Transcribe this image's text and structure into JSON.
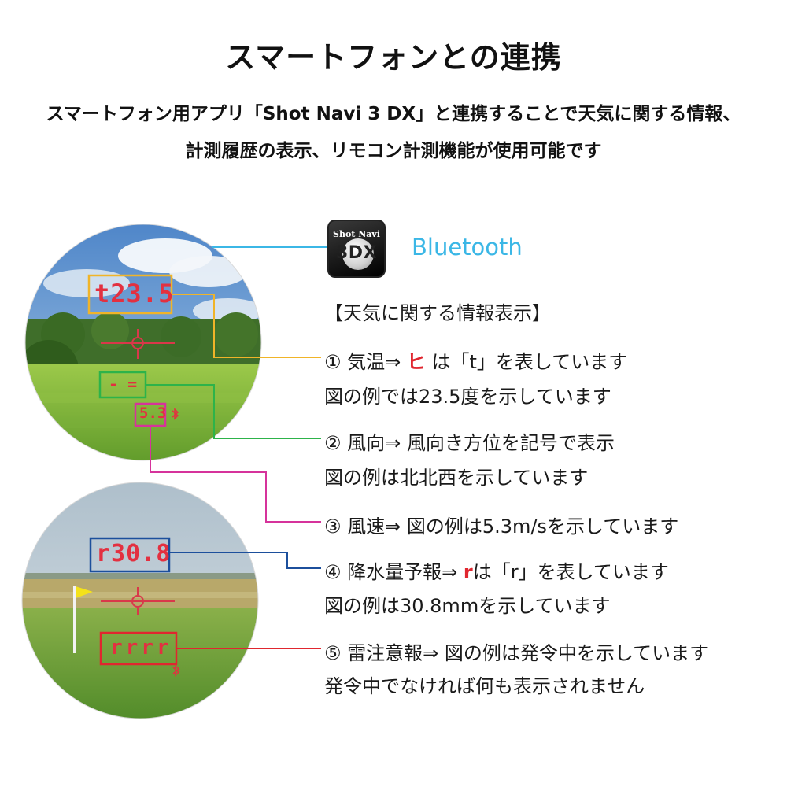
{
  "title": "スマートフォンとの連携",
  "subtitle": {
    "line1": "スマートフォン用アプリ「Shot Navi 3 DX」と連携することで天気に関する情報、",
    "line2": "計測履歴の表示、リモコン計測機能が使用可能です"
  },
  "app_icon": {
    "line1": "Shot Navi",
    "line2": "3DX"
  },
  "bluetooth_label": "Bluetooth",
  "section_heading": "【天気に関する情報表示】",
  "items": [
    {
      "lines": [
        "① 気温⇒ ",
        " は「t」を表しています",
        "図の例では23.5度を示しています"
      ],
      "glyph": "ヒ"
    },
    {
      "lines": [
        "② 風向⇒ 風向き方位を記号で表示",
        "図の例は北北西を示しています"
      ]
    },
    {
      "lines": [
        "③ 風速⇒ 図の例は5.3m/sを示しています"
      ]
    },
    {
      "lines": [
        "④ 降水量予報⇒ ",
        "は「r」を表しています",
        "図の例は30.8mmを示しています"
      ],
      "glyph": "r"
    },
    {
      "lines": [
        "⑤ 雷注意報⇒ 図の例は発令中を示しています",
        "発令中でなければ何も表示されません"
      ]
    }
  ],
  "lens1": {
    "temp": "t23.5",
    "wind_dir": "- =",
    "wind_speed": "5.3"
  },
  "lens2": {
    "rain": "r30.8",
    "thunder": "rrrr"
  },
  "colors": {
    "bluetooth": "#3bb7e6",
    "temperature": "#f0b429",
    "wind_direction": "#2db34a",
    "wind_speed": "#d6339b",
    "rain": "#1c4f9c",
    "thunder": "#e0262f",
    "display_red": "#e33040"
  }
}
